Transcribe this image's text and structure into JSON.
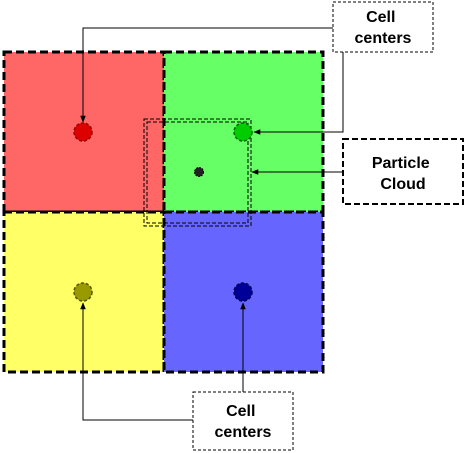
{
  "labels": {
    "top_callout": [
      "Cell",
      "centers"
    ],
    "right_callout": [
      "Particle",
      "Cloud"
    ],
    "bottom_callout": [
      "Cell",
      "centers"
    ]
  },
  "cells": {
    "top_left": {
      "fill": "#ff6666",
      "center": "#dd0000"
    },
    "top_right": {
      "fill": "#66ff66",
      "center": "#00cc00"
    },
    "bottom_left": {
      "fill": "#ffff66",
      "center": "#999900"
    },
    "bottom_right": {
      "fill": "#6666ff",
      "center": "#000099"
    }
  },
  "colors": {
    "particle": "#222222",
    "stroke": "#000000"
  }
}
